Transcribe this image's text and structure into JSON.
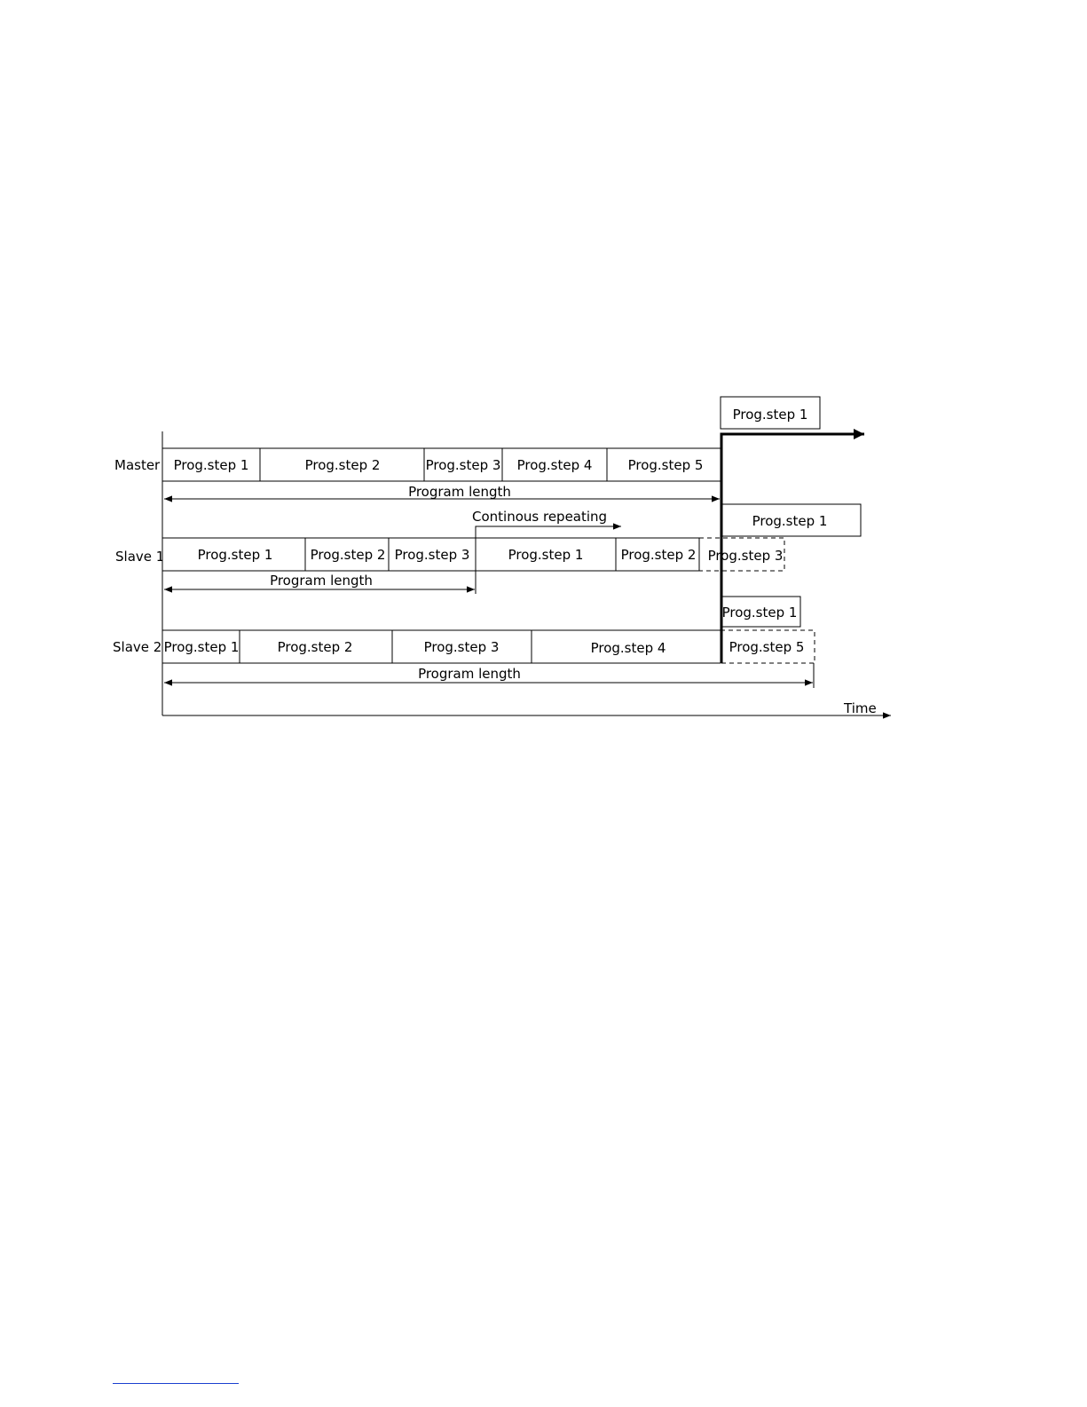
{
  "rows": {
    "master": {
      "label": "Master",
      "steps": [
        "Prog.step 1",
        "Prog.step 2",
        "Prog.step 3",
        "Prog.step 4",
        "Prog.step 5"
      ],
      "next_step": "Prog.step 1",
      "length_label": "Program length"
    },
    "slave1": {
      "label": "Slave 1",
      "steps": [
        "Prog.step 1",
        "Prog.step 2",
        "Prog.step 3",
        "Prog.step 1",
        "Prog.step 2"
      ],
      "partial_step": "Prog.step 3",
      "next_step": "Prog.step 1",
      "length_label": "Program length",
      "repeat_label": "Continous repeating"
    },
    "slave2": {
      "label": "Slave 2",
      "steps": [
        "Prog.step 1",
        "Prog.step 2",
        "Prog.step 3",
        "Prog.step 4"
      ],
      "partial_step": "Prog.step 5",
      "next_step": "Prog.step 1",
      "length_label": "Program length"
    }
  },
  "time_label": "Time"
}
